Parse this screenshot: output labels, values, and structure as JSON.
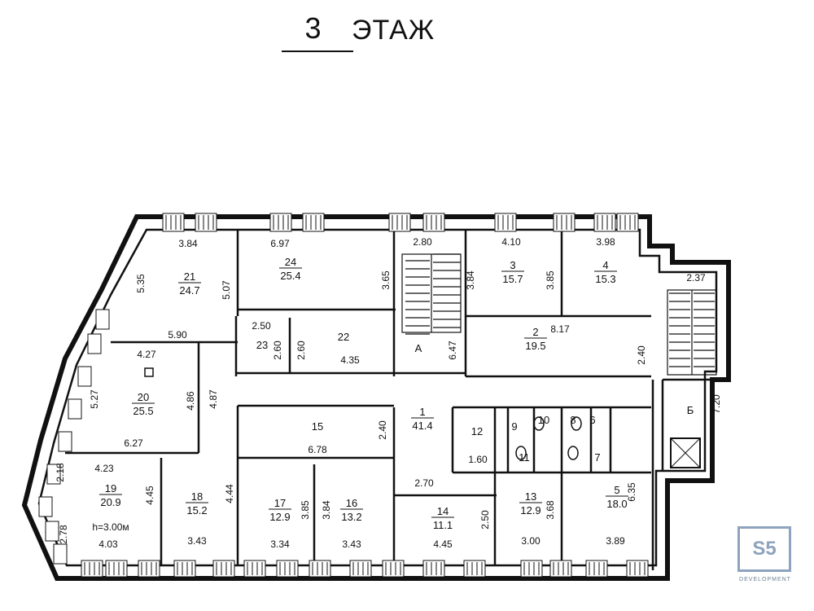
{
  "header": {
    "floor_number": "3",
    "floor_word": "ЭТАЖ"
  },
  "plan": {
    "rooms": [
      {
        "id": "21",
        "area": "24.7"
      },
      {
        "id": "24",
        "area": "25.4"
      },
      {
        "id": "3",
        "area": "15.7"
      },
      {
        "id": "4",
        "area": "15.3"
      },
      {
        "id": "23",
        "area": ""
      },
      {
        "id": "22",
        "area": ""
      },
      {
        "id": "A",
        "area": ""
      },
      {
        "id": "2",
        "area": "19.5"
      },
      {
        "id": "20",
        "area": "25.5"
      },
      {
        "id": "1",
        "area": "41.4"
      },
      {
        "id": "15",
        "area": ""
      },
      {
        "id": "12",
        "area": ""
      },
      {
        "id": "9",
        "area": ""
      },
      {
        "id": "10",
        "area": ""
      },
      {
        "id": "8",
        "area": ""
      },
      {
        "id": "6",
        "area": ""
      },
      {
        "id": "11",
        "area": ""
      },
      {
        "id": "7",
        "area": ""
      },
      {
        "id": "Б",
        "area": ""
      },
      {
        "id": "19",
        "area": "20.9"
      },
      {
        "id": "18",
        "area": "15.2"
      },
      {
        "id": "17",
        "area": "12.9"
      },
      {
        "id": "16",
        "area": "13.2"
      },
      {
        "id": "14",
        "area": "11.1"
      },
      {
        "id": "13",
        "area": "12.9"
      },
      {
        "id": "5",
        "area": "18.0"
      }
    ],
    "dimensions": [
      "3.84",
      "6.97",
      "2.80",
      "4.10",
      "3.98",
      "2.37",
      "5.35",
      "5.07",
      "3.65",
      "3.84",
      "3.85",
      "2.50",
      "2.60",
      "2.60",
      "4.35",
      "6.47",
      "8.17",
      "2.40",
      "5.90",
      "4.27",
      "5.27",
      "4.86",
      "4.87",
      "7.20",
      "2.40",
      "6.78",
      "6.27",
      "1.60",
      "2.70",
      "6.35",
      "2.18",
      "4.23",
      "4.45",
      "4.44",
      "3.85",
      "3.84",
      "3.68",
      "2.50",
      "2.78",
      "4.03",
      "3.43",
      "3.34",
      "3.43",
      "4.45",
      "3.00",
      "3.89"
    ],
    "ceiling_height": "h=3.00м"
  },
  "logo": {
    "text": "S5",
    "subtext": "DEVELOPMENT"
  }
}
